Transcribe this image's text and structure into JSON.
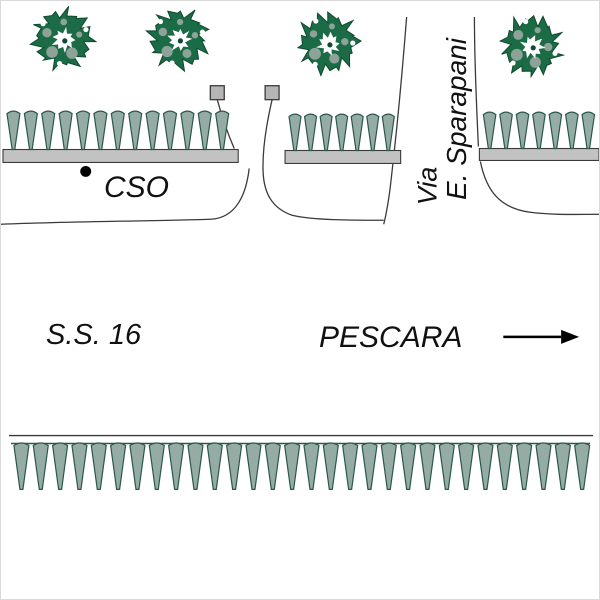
{
  "labels": {
    "area": "CSO",
    "highway": "S.S. 16",
    "destination": "PESCARA",
    "street_prefix": "Via",
    "street_name": "E. Sparapani"
  },
  "colors": {
    "background": "#ffffff",
    "line": "#3a3a3a",
    "text": "#111111",
    "tree_green": "#1c6b47",
    "tree_dark": "#0e4a2e",
    "tree_gray": "#9aa8a1",
    "picket_fill": "#95aca4",
    "picket_stroke": "#2a574d",
    "bar_fill": "#c2c2c2",
    "bar_stroke": "#3a3a3a",
    "square_fill": "#b5b5b5",
    "marker_dot": "#000000",
    "arrow": "#000000"
  },
  "fences": {
    "top_rows": [
      13,
      7,
      7
    ],
    "bottom_row": 30
  },
  "tree_count": 4,
  "icons": {
    "tree": "tree-icon",
    "picket_fence": "picket-fence-icon",
    "marker_square": "square-marker-icon",
    "point_marker": "dot-marker-icon",
    "direction_arrow": "right-arrow-icon"
  }
}
